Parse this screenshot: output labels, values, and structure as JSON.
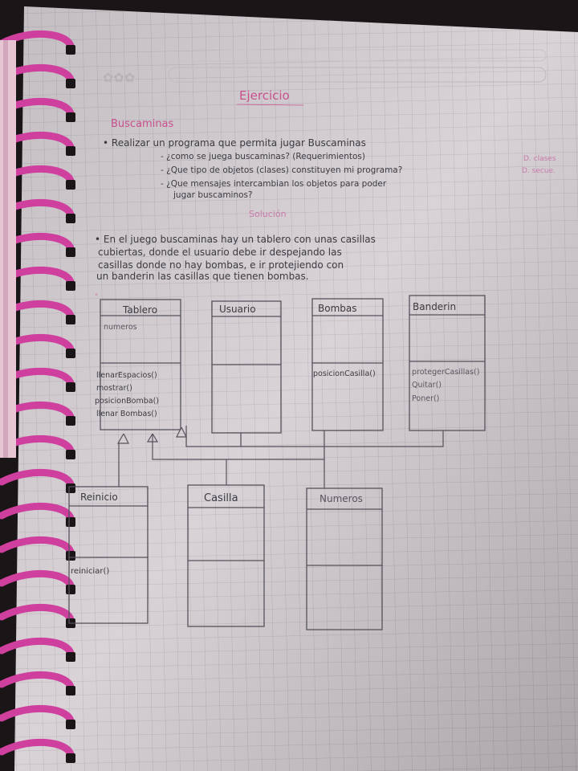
{
  "header": {
    "title": "Ejercicio",
    "subtitle": "Buscaminas"
  },
  "task": {
    "statement": "• Realizar un programa que permita jugar Buscaminas",
    "questions": [
      "- ¿como se juega buscaminas? (Requerimientos)",
      "- ¿Que tipo de objetos (clases) constituyen mi programa?",
      "- ¿Que mensajes intercambian los objetos para poder",
      "jugar buscaminos?"
    ],
    "margin_notes": [
      "D. clases",
      "D. secue."
    ]
  },
  "solution": {
    "heading": "Solución",
    "lines": [
      "• En el juego buscaminas hay un tablero con unas casillas",
      "cubiertas, donde el usuario debe ir despejando las",
      "casillas donde no hay bombas, e ir protejiendo con",
      "un banderin las casillas que tienen bombas."
    ]
  },
  "classes": [
    {
      "name": "Tablero",
      "attributes": [
        "numeros"
      ],
      "methods": [
        "llenarEspacios()",
        "mostrar()",
        "posicionBomba()",
        "llenar Bombas()"
      ]
    },
    {
      "name": "Usuario",
      "attributes": [],
      "methods": []
    },
    {
      "name": "Bombas",
      "attributes": [],
      "methods": [
        "posicionCasilla()"
      ]
    },
    {
      "name": "Banderin",
      "attributes": [],
      "methods": [
        "protegerCasillas()",
        "Quitar()",
        "Poner()"
      ]
    },
    {
      "name": "Reinicio",
      "attributes": [],
      "methods": [
        "reiniciar()"
      ]
    },
    {
      "name": "Casilla",
      "attributes": [],
      "methods": []
    },
    {
      "name": "Numeros",
      "attributes": [],
      "methods": []
    }
  ],
  "colors": {
    "paper": "#d9d3d8",
    "grid": "#b4aeb4",
    "pen_pink": "#c8508c",
    "pencil": "#3a3a40",
    "spiral": "#cf3f9e"
  }
}
